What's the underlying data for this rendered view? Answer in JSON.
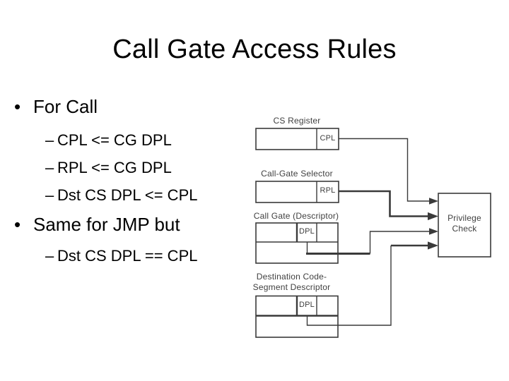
{
  "slide": {
    "title": "Call Gate Access Rules",
    "bullets": [
      {
        "marker": "•",
        "text": "For Call"
      },
      {
        "marker": "–",
        "text": "CPL <= CG DPL"
      },
      {
        "marker": "–",
        "text": "RPL <= CG DPL"
      },
      {
        "marker": "–",
        "text": "Dst CS DPL <= CPL"
      },
      {
        "marker": "•",
        "text": "Same for JMP but"
      },
      {
        "marker": "–",
        "text": "Dst CS DPL == CPL"
      }
    ]
  },
  "diagram": {
    "cs_register": {
      "label": "CS Register",
      "field": "CPL"
    },
    "call_gate_selector": {
      "label": "Call-Gate Selector",
      "field": "RPL"
    },
    "call_gate_descriptor": {
      "label": "Call Gate (Descriptor)",
      "field": "DPL"
    },
    "destination_descriptor": {
      "label_line1": "Destination Code-",
      "label_line2": "Segment Descriptor",
      "field": "DPL"
    },
    "privilege_check": {
      "label_line1": "Privilege",
      "label_line2": "Check"
    }
  },
  "colors": {
    "background": "#ffffff",
    "text": "#000000",
    "diagram_stroke": "#3a3a3a",
    "diagram_text": "#3f3f3f"
  }
}
